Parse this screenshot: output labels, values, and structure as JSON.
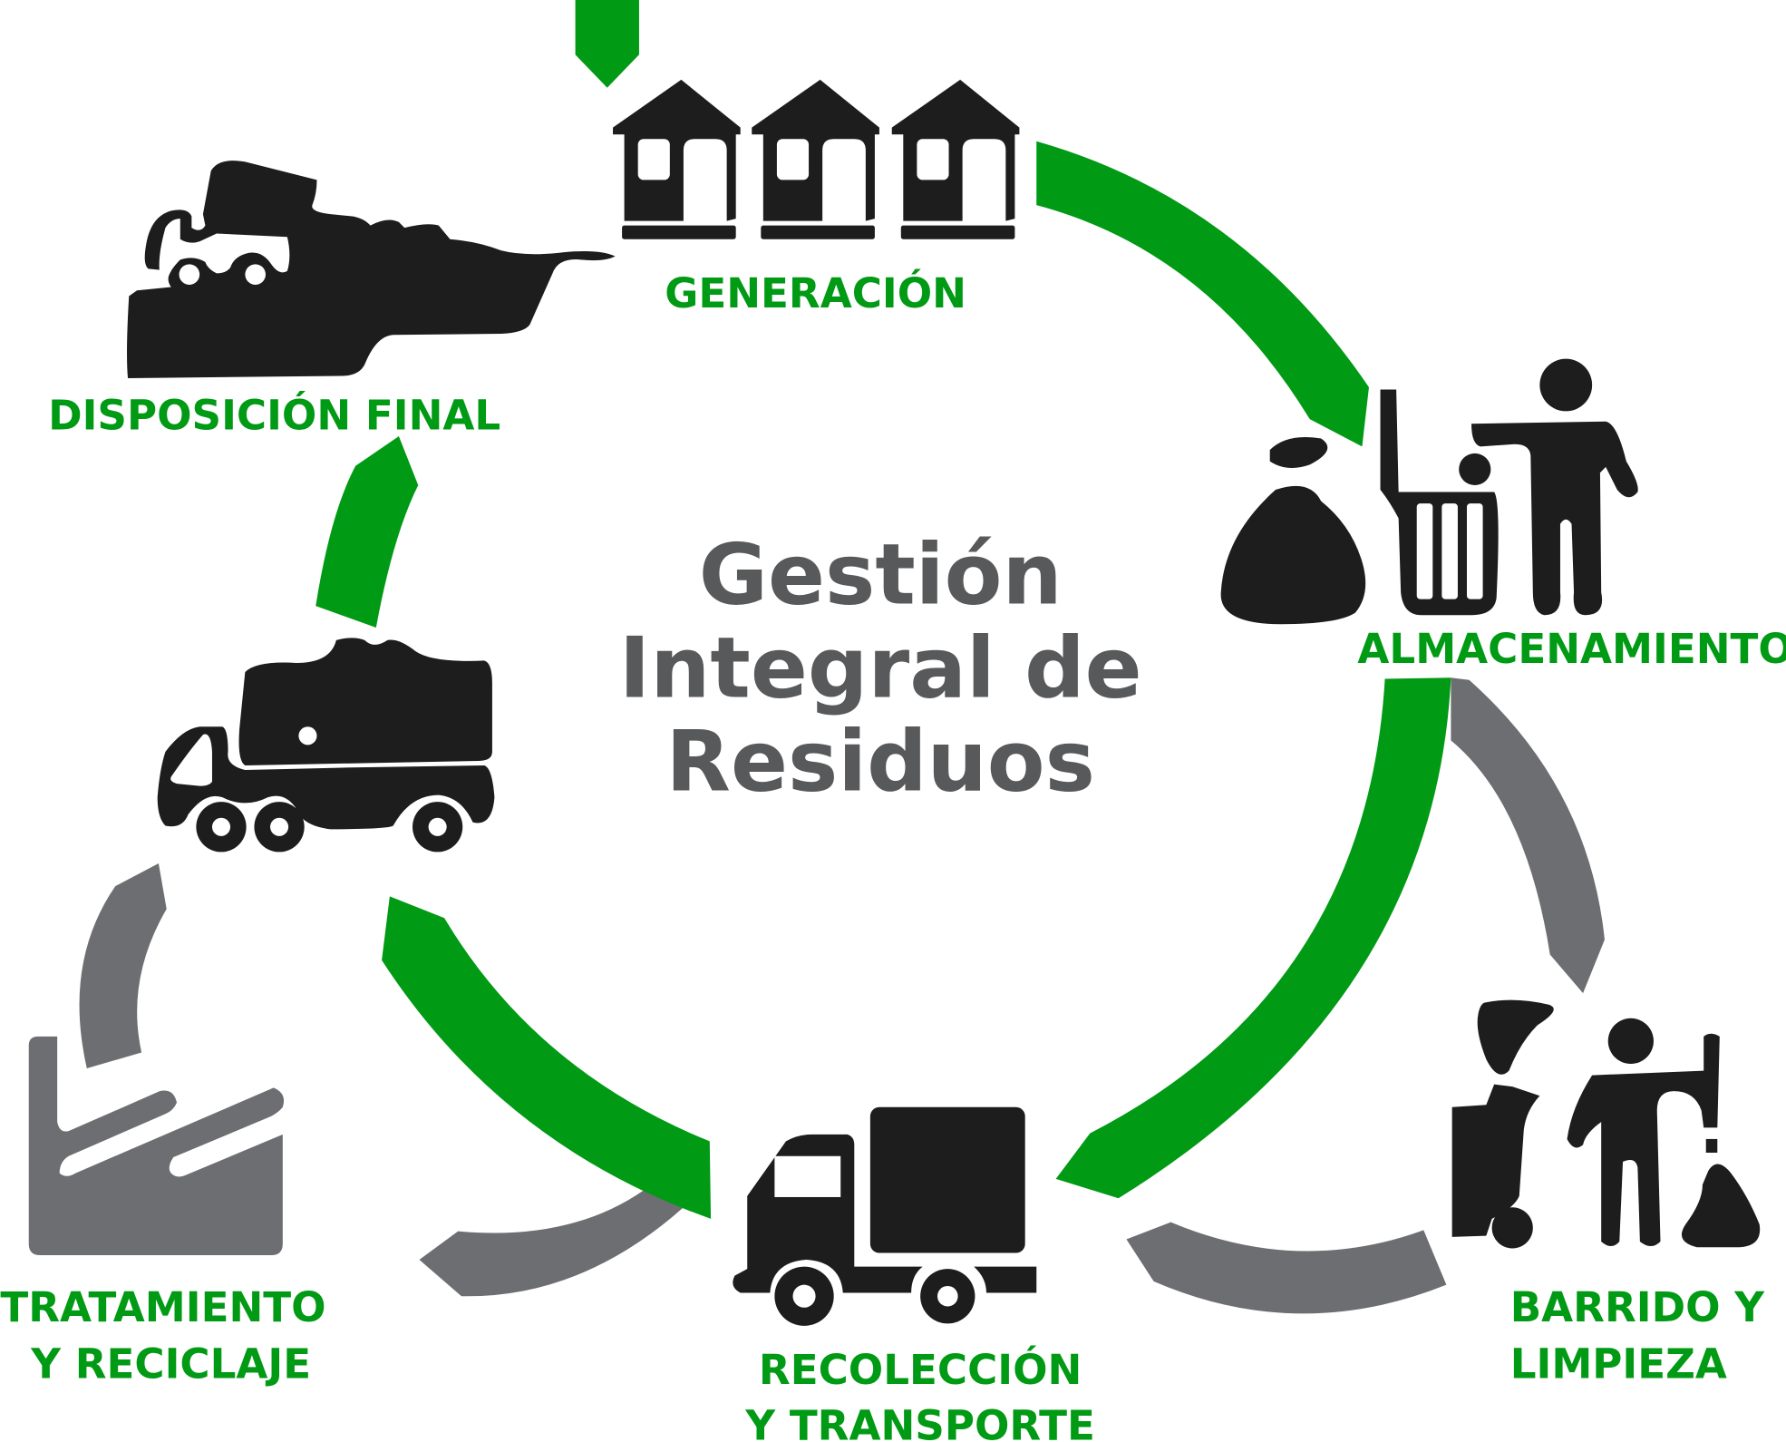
{
  "colors": {
    "green": "#009a14",
    "gray": "#6d6e71",
    "icon": "#1d1d1d",
    "center_text": "#58595b"
  },
  "center_title": [
    "Gestión",
    "Integral de",
    "Residuos"
  ],
  "stages": {
    "generacion": [
      "GENERACIÓN"
    ],
    "almacenamiento": [
      "ALMACENAMIENTO"
    ],
    "barrido": [
      "BARRIDO Y",
      "LIMPIEZA"
    ],
    "recoleccion": [
      "RECOLECCIÓN",
      "Y TRANSPORTE"
    ],
    "tratamiento": [
      "TRATAMIENTO",
      "Y RECICLAJE"
    ],
    "disposicion": [
      "DISPOSICIÓN FINAL"
    ]
  }
}
